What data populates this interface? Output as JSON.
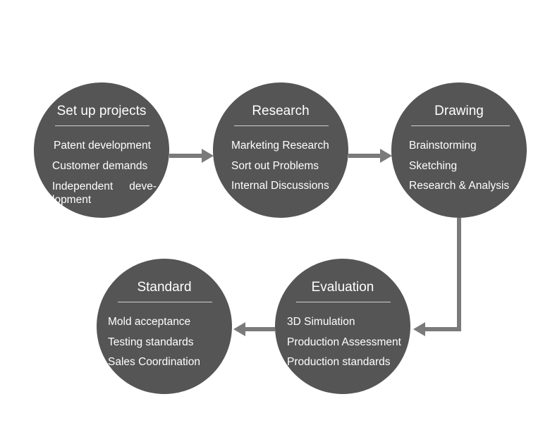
{
  "colors": {
    "node_fill": "#555555",
    "node_text": "#ffffff",
    "divider": "#cfcfcf",
    "connector": "#7a7a7a",
    "background": "#ffffff"
  },
  "nodes": [
    {
      "title": "Set up projects",
      "items": [
        "Patent development",
        "Customer demands",
        "Independent deve- lopment"
      ]
    },
    {
      "title": "Research",
      "items": [
        "Marketing Research",
        "Sort out Problems",
        "Internal Discussions"
      ]
    },
    {
      "title": "Drawing",
      "items": [
        "Brainstorming",
        "Sketching",
        "Research & Analysis"
      ]
    },
    {
      "title": "Standard",
      "items": [
        "Mold acceptance",
        "Testing standards",
        "Sales Coordination"
      ]
    },
    {
      "title": "Evaluation",
      "items": [
        "3D Simulation",
        "Production Assessment",
        "Production standards"
      ]
    }
  ],
  "edges": [
    {
      "from": "Set up projects",
      "to": "Research"
    },
    {
      "from": "Research",
      "to": "Drawing"
    },
    {
      "from": "Drawing",
      "to": "Evaluation"
    },
    {
      "from": "Evaluation",
      "to": "Standard"
    }
  ]
}
